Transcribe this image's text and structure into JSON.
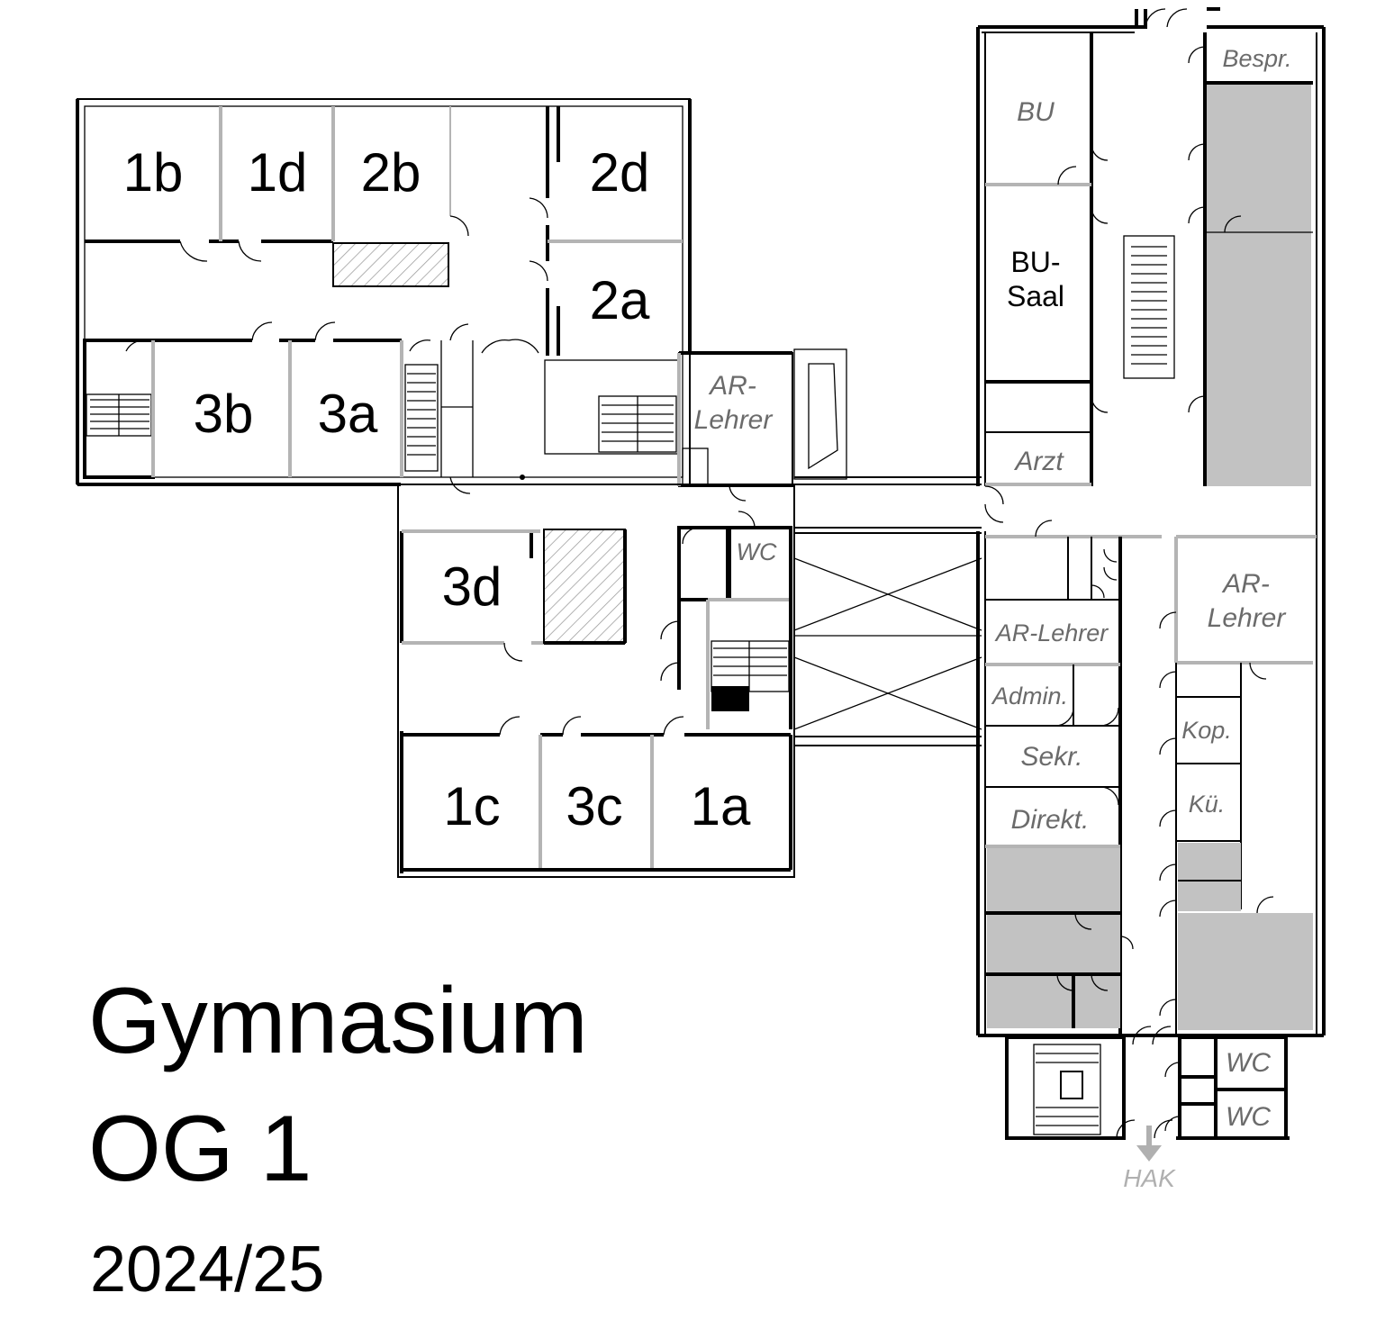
{
  "title": {
    "line1": "Gymnasium",
    "line2": "OG 1",
    "year": "2024/25"
  },
  "rooms": {
    "r1b": "1b",
    "r1d": "1d",
    "r2b": "2b",
    "r2d": "2d",
    "r2a": "2a",
    "r3b": "3b",
    "r3a": "3a",
    "r3d": "3d",
    "r1c": "1c",
    "r3c": "3c",
    "r1a": "1a",
    "ar_lehrer_mid_1": "AR-",
    "ar_lehrer_mid_2": "Lehrer",
    "wc_center": "WC",
    "bespr": "Bespr.",
    "bu": "BU",
    "bu_saal_1": "BU-",
    "bu_saal_2": "Saal",
    "arzt": "Arzt",
    "ar_lehrer_right_1": "AR-",
    "ar_lehrer_right_2": "Lehrer",
    "ar_lehrer_long": "AR-Lehrer",
    "admin": "Admin.",
    "kop": "Kop.",
    "sekr": "Sekr.",
    "kue": "Kü.",
    "direkt": "Direkt.",
    "wc_right_1": "WC",
    "wc_right_2": "WC",
    "hak": "HAK"
  },
  "colors": {
    "wall": "#000000",
    "partition": "#b4b4b4",
    "shaded_room": "#c2c2c2",
    "label_italic": "#6b6b6b",
    "hak_label": "#b0b0b0"
  }
}
